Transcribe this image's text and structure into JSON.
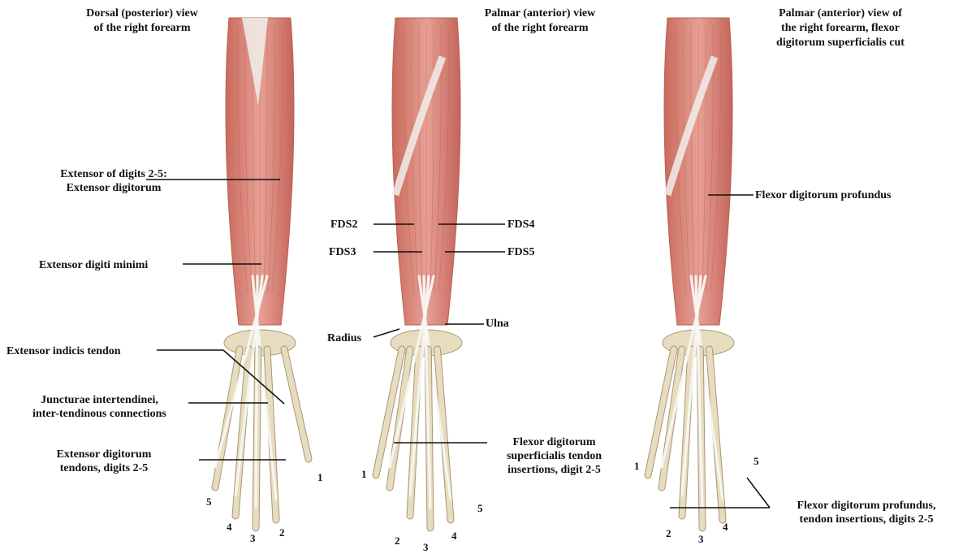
{
  "titles": {
    "dorsal_line1": "Dorsal (posterior) view",
    "dorsal_line2": "of the right forearm",
    "palmar_line1": "Palmar (anterior) view",
    "palmar_line2": "of the right forearm",
    "cut_line1": "Palmar (anterior) view of",
    "cut_line2": "the right forearm, flexor",
    "cut_line3": "digitorum superficialis cut"
  },
  "dorsal_labels": {
    "extensor_digits_1": "Extensor of digits 2-5:",
    "extensor_digits_2": "Extensor  digitorum",
    "extensor_digiti_minimi": "Extensor digiti minimi",
    "extensor_indicis": "Extensor indicis tendon",
    "juncturae_1": "Juncturae intertendinei,",
    "juncturae_2": "inter-tendinous connections",
    "ed_tendons_1": "Extensor digitorum",
    "ed_tendons_2": "tendons, digits 2-5"
  },
  "palmar_labels": {
    "fds2": "FDS2",
    "fds3": "FDS3",
    "fds4": "FDS4",
    "fds5": "FDS5",
    "radius": "Radius",
    "ulna": "Ulna",
    "fds_ins_1": "Flexor digitorum",
    "fds_ins_2": "superficialis tendon",
    "fds_ins_3": "insertions, digit 2-5"
  },
  "cut_labels": {
    "fdp": "Flexor digitorum profundus",
    "fdp_ins_1": "Flexor digitorum profundus,",
    "fdp_ins_2": "tendon insertions, digits 2-5"
  },
  "digit_numbers": {
    "dorsal": [
      "1",
      "2",
      "3",
      "4",
      "5"
    ],
    "palmar": [
      "1",
      "2",
      "3",
      "4",
      "5"
    ],
    "cut": [
      "1",
      "2",
      "3",
      "4",
      "5"
    ]
  },
  "colors": {
    "muscle": "#d9877c",
    "muscle_dark": "#b9614f",
    "tendon": "#eeeeea",
    "bone": "#e8dcc0",
    "bone_edge": "#a89873",
    "line": "#111111"
  }
}
